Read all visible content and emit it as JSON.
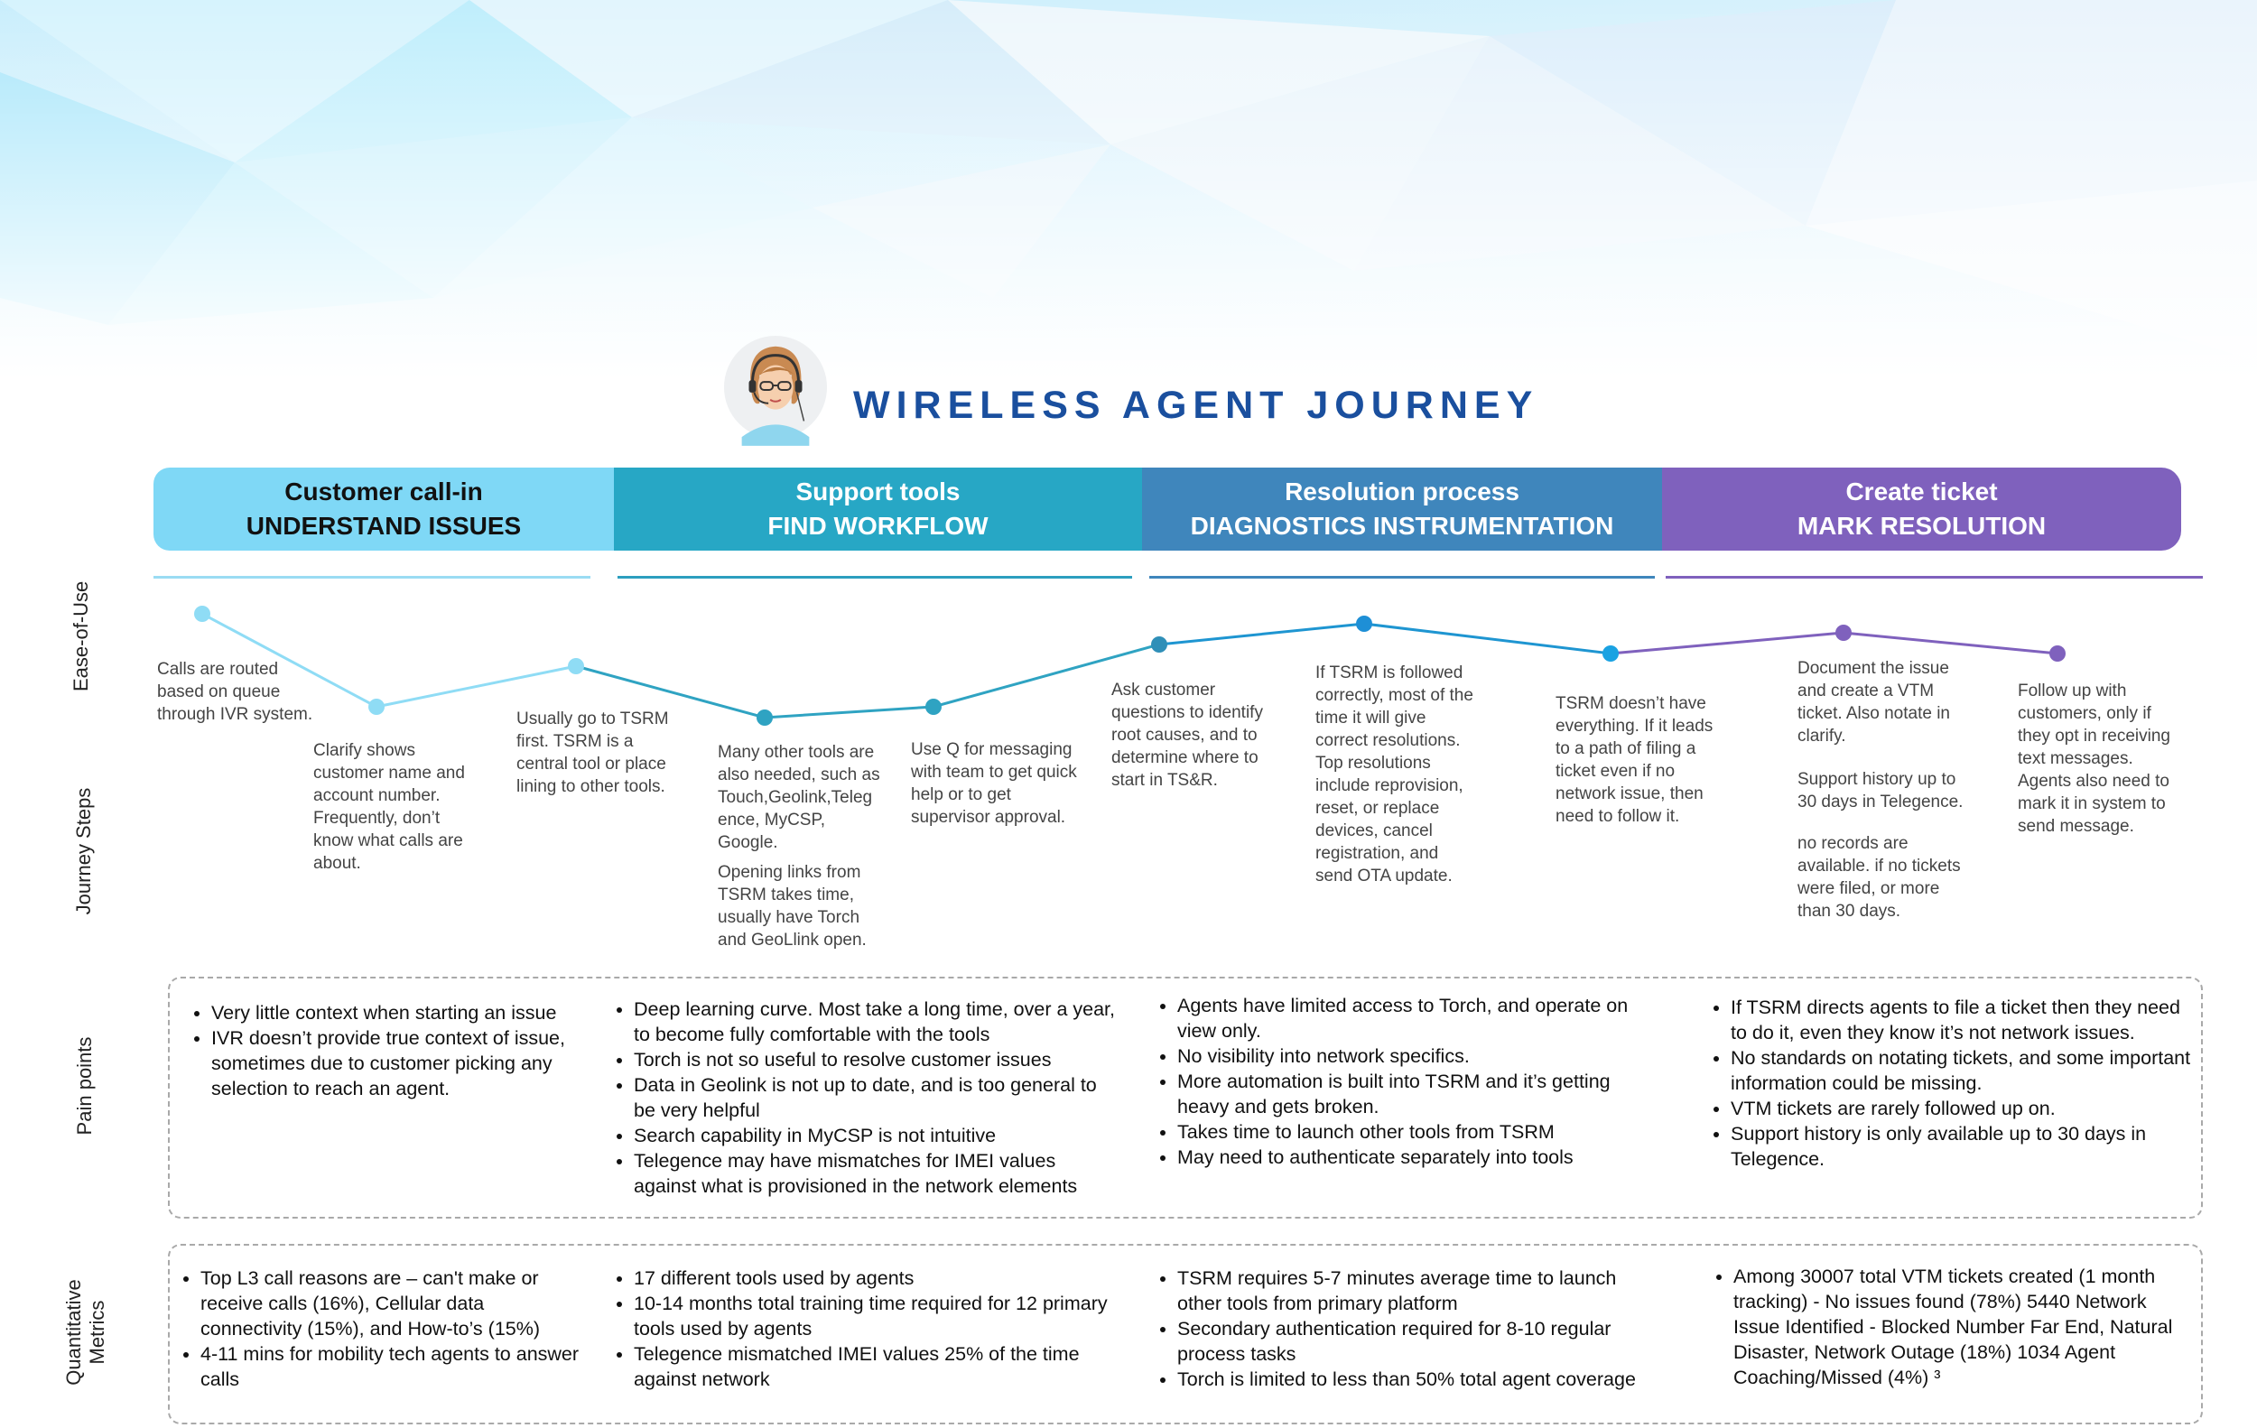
{
  "title": "WIRELESS AGENT JOURNEY",
  "colors": {
    "title": "#1a4f9e",
    "phase1": "#7fd8f6",
    "phase2": "#27a7c5",
    "phase3": "#3f86bc",
    "phase4": "#7f61bd"
  },
  "icons": {
    "avatar": "agent-headset-avatar"
  },
  "phases": [
    {
      "line1": "Customer call-in",
      "line2": "UNDERSTAND ISSUES"
    },
    {
      "line1": "Support tools",
      "line2": "FIND WORKFLOW"
    },
    {
      "line1": "Resolution process",
      "line2": "DIAGNOSTICS INSTRUMENTATION"
    },
    {
      "line1": "Create ticket",
      "line2": "MARK RESOLUTION"
    }
  ],
  "row_labels": {
    "ease": "Ease-of-Use",
    "steps": "Journey Steps",
    "pain": "Pain points",
    "quant1": "Quantitative",
    "quant2": "Metrics"
  },
  "steps": [
    {
      "text": "Calls are routed based on queue through IVR system."
    },
    {
      "text": "Clarify shows customer name and account number. Frequently, don’t know  what calls are about."
    },
    {
      "text": "Usually go to TSRM first. TSRM is a central tool or place lining to other tools."
    },
    {
      "text": "Many other tools are also needed, such as Touch,Geolink,Teleg ence,  MyCSP, Google.",
      "text2": "Opening links from TSRM takes time, usually have Torch and GeoLlink open."
    },
    {
      "text": "Use Q for messaging with team to get quick help or to get supervisor approval."
    },
    {
      "text": "Ask customer questions to identify root causes, and to determine where to start in TS&R."
    },
    {
      "text": "If TSRM is followed correctly, most of the time it will give correct resolutions.  Top  resolutions include reprovision, reset, or replace devices, cancel registration, and send OTA update."
    },
    {
      "text": "TSRM doesn’t have everything. If it leads to a path of filing a ticket even if no network issue, then need to follow it."
    },
    {
      "text": "Document the issue and create a VTM ticket. Also notate in clarify.",
      "text2": "Support history up to 30 days in Telegence.",
      "text3": "no records are available. if no tickets were filed, or more than 30 days."
    },
    {
      "text": "Follow up with customers, only if they opt in receiving text messages. Agents also  need to mark it in system to send message."
    }
  ],
  "pain_points": [
    [
      "Very little context when starting an issue",
      "IVR doesn’t provide true context of issue, sometimes due to customer picking any selection to reach an agent."
    ],
    [
      "Deep learning curve. Most take a long time, over a year, to become fully comfortable with the tools",
      "Torch is not so useful to resolve customer issues",
      "Data in Geolink is not up to date, and is too general to be very helpful",
      "Search capability in MyCSP is not intuitive",
      "Telegence may have mismatches for IMEI values against what is provisioned in the network elements"
    ],
    [
      "Agents have limited access to Torch, and operate on view only.",
      "No visibility into network specifics.",
      "More automation is built into TSRM and it’s getting heavy and gets broken.",
      "Takes time to launch other tools from TSRM",
      "May need to authenticate separately into tools"
    ],
    [
      "If TSRM directs agents to file a ticket then they need to do it, even they know it’s not network issues.",
      "No standards on notating tickets, and some important information could be missing.",
      "VTM tickets are rarely followed up on.",
      "Support history is only available up to 30 days in Telegence."
    ]
  ],
  "metrics": [
    [
      "Top L3 call reasons are – can't make or receive calls (16%), Cellular data connectivity (15%), and How-to’s (15%)",
      "4-11 mins for mobility tech agents to answer calls"
    ],
    [
      "17 different tools used by agents",
      " 10-14 months total training time required for 12 primary tools used by agents",
      "Telegence mismatched IMEI values 25% of the time against network"
    ],
    [
      " TSRM requires 5-7 minutes average time  to launch other tools from primary platform",
      "Secondary authentication required for 8-10 regular process tasks",
      "Torch is limited to less than 50% total agent coverage"
    ],
    [
      "Among 30007 total VTM tickets created (1 month tracking) -   No issues found (78%) 5440 Network Issue Identified - Blocked Number Far End, Natural Disaster, Network Outage (18%) 1034 Agent Coaching/Missed (4%) ³"
    ]
  ]
}
